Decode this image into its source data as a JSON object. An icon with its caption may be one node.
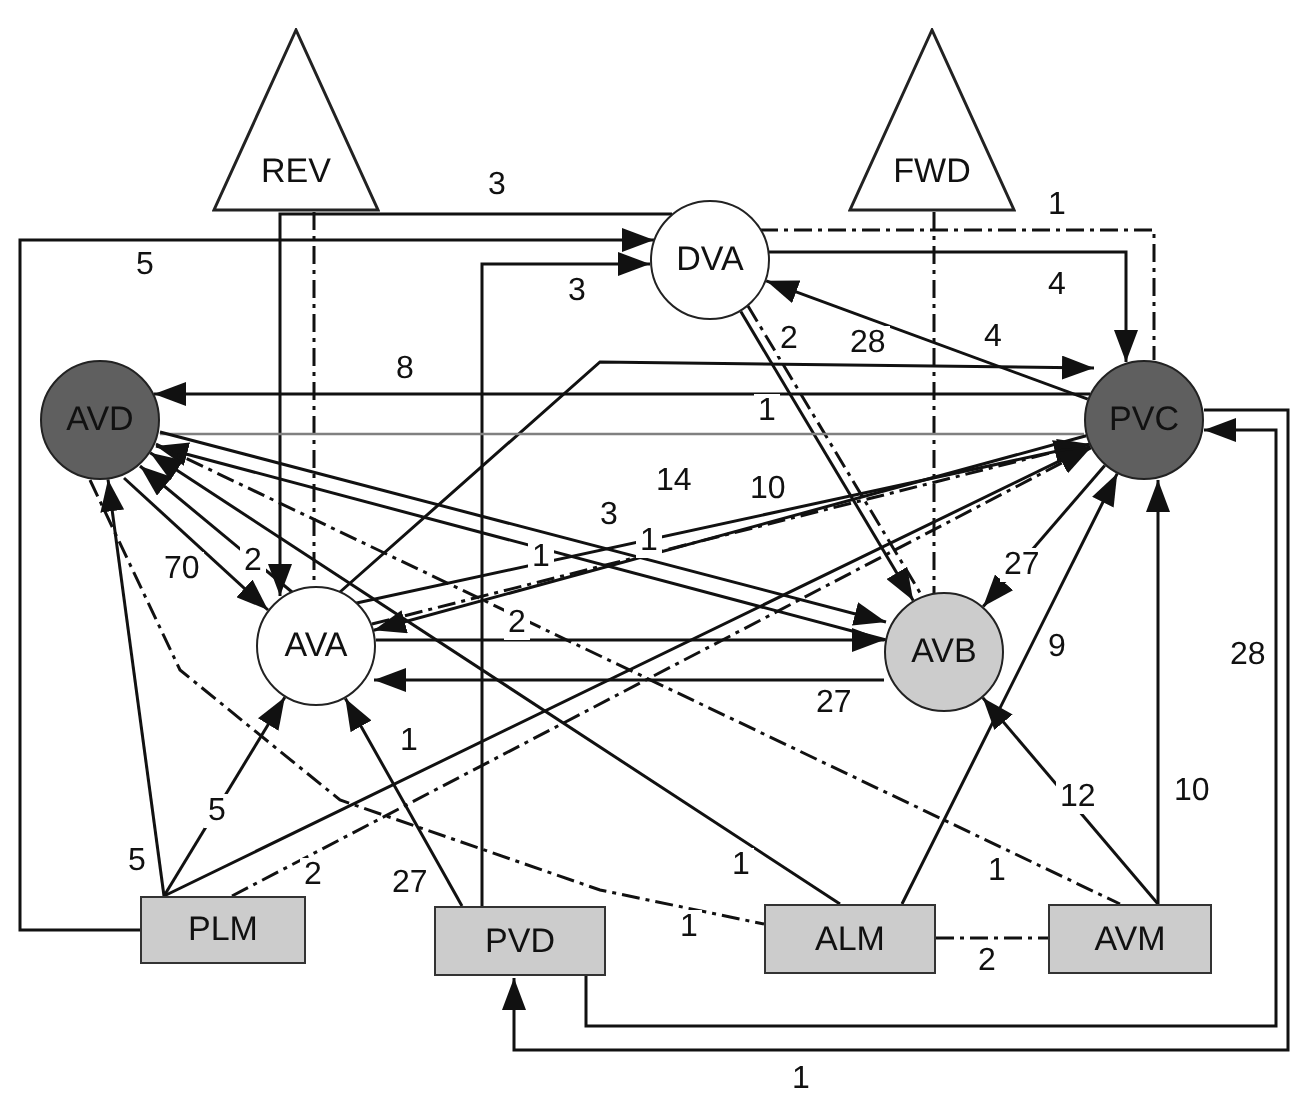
{
  "diagram": {
    "nodes": [
      {
        "text": [
          "REV"
        ]
      },
      {
        "text": [
          "FWD"
        ]
      },
      {
        "text": [
          "DVA"
        ]
      },
      {
        "text": [
          "AVD"
        ]
      },
      {
        "text": [
          "PVC"
        ]
      },
      {
        "text": [
          "AVA"
        ]
      },
      {
        "text": [
          "AVB"
        ]
      },
      {
        "text": [
          "PLM"
        ]
      },
      {
        "text": [
          "PVD"
        ]
      },
      {
        "text": [
          "ALM"
        ]
      },
      {
        "text": [
          "AVM"
        ]
      }
    ],
    "edges": [
      {
        "from": 0,
        "to": 5,
        "arrow": "none",
        "style": "dashed"
      },
      {
        "from": 1,
        "to": 6,
        "arrow": "none",
        "style": "dashed"
      },
      {
        "from": 7,
        "to": 2,
        "arrow": "to",
        "label": "5"
      },
      {
        "from": 2,
        "to": 5,
        "arrow": "to",
        "label": "3"
      },
      {
        "from": 8,
        "to": 2,
        "arrow": "to",
        "label": "3"
      },
      {
        "from": 2,
        "to": 4,
        "arrow": "to",
        "label": "4"
      },
      {
        "from": 4,
        "to": 2,
        "arrow": "to",
        "label": "4"
      },
      {
        "from": 2,
        "to": 4,
        "arrow": "none",
        "style": "dashed",
        "label": "1"
      },
      {
        "from": 5,
        "to": 4,
        "arrow": "to",
        "label": "28"
      },
      {
        "from": 2,
        "to": 6,
        "arrow": "to",
        "label": "1"
      },
      {
        "from": 2,
        "to": 6,
        "arrow": "none",
        "style": "dashed",
        "label": "2"
      },
      {
        "from": 4,
        "to": 3,
        "arrow": "to",
        "label": "8"
      },
      {
        "from": 3,
        "to": 4,
        "arrow": "none",
        "color": "#808080"
      },
      {
        "from": 4,
        "to": 5,
        "arrow": "to",
        "label": "1"
      },
      {
        "from": 5,
        "to": 4,
        "arrow": "to",
        "label": "14"
      },
      {
        "from": 5,
        "to": 4,
        "arrow": "to",
        "style": "dashed",
        "label": "10"
      },
      {
        "from": 3,
        "to": 6,
        "arrow": "to",
        "label": "3"
      },
      {
        "from": 6,
        "to": 3,
        "arrow": "to",
        "label": "1"
      },
      {
        "from": 3,
        "to": 5,
        "arrow": "to",
        "label": "70"
      },
      {
        "from": 5,
        "to": 3,
        "arrow": "to",
        "label": "2"
      },
      {
        "from": 4,
        "to": 6,
        "arrow": "to",
        "label": "27"
      },
      {
        "from": 5,
        "to": 6,
        "arrow": "to",
        "label": "2"
      },
      {
        "from": 6,
        "to": 5,
        "arrow": "to",
        "label": "27"
      },
      {
        "from": 7,
        "to": 3,
        "arrow": "to",
        "label": "5"
      },
      {
        "from": 7,
        "to": 5,
        "arrow": "to",
        "label": "5"
      },
      {
        "from": 7,
        "to": 4,
        "arrow": "to",
        "label": "1"
      },
      {
        "from": 7,
        "to": 4,
        "arrow": "to",
        "style": "dashed",
        "label": "2"
      },
      {
        "from": 8,
        "to": 5,
        "arrow": "to",
        "label": "27"
      },
      {
        "from": 9,
        "to": 3,
        "arrow": "to",
        "label": "1"
      },
      {
        "from": 9,
        "to": 4,
        "arrow": "to",
        "label": "9"
      },
      {
        "from": 10,
        "to": 6,
        "arrow": "to",
        "label": "12"
      },
      {
        "from": 10,
        "to": 4,
        "arrow": "to",
        "label": "10"
      },
      {
        "from": 9,
        "to": 10,
        "arrow": "none",
        "style": "dashed",
        "label": "2"
      },
      {
        "from": 3,
        "to": 10,
        "arrow": "none",
        "style": "dashed",
        "label": "1"
      },
      {
        "from": 3,
        "to": 9,
        "arrow": "none",
        "style": "dashed",
        "label": "1"
      },
      {
        "from": 8,
        "to": 4,
        "arrow": "to",
        "label": "28"
      },
      {
        "from": 4,
        "to": 8,
        "arrow": "to",
        "label": "1"
      }
    ]
  }
}
